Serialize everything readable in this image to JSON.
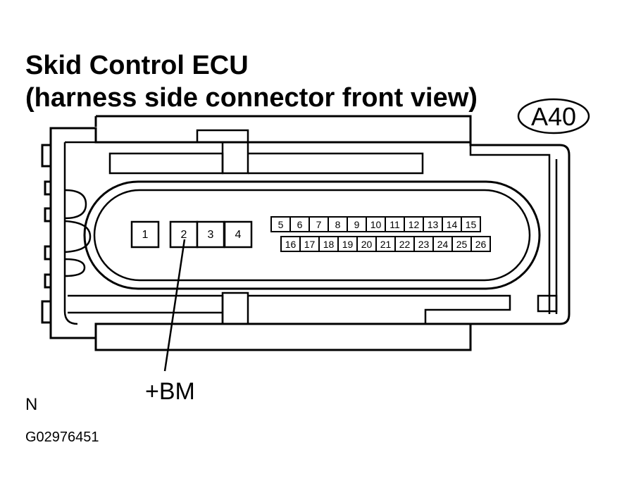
{
  "title_line1": "Skid Control ECU",
  "title_line2": "(harness side connector front view)",
  "connector_code": "A40",
  "terminal_label": "+BM",
  "note": "N",
  "figure_id": "G02976451",
  "large_pins": [
    "1",
    "2",
    "3",
    "4"
  ],
  "small_pins_row1": [
    "5",
    "6",
    "7",
    "8",
    "9",
    "10",
    "11",
    "12",
    "13",
    "14",
    "15"
  ],
  "small_pins_row2": [
    "16",
    "17",
    "18",
    "19",
    "20",
    "21",
    "22",
    "23",
    "24",
    "25",
    "26"
  ],
  "stroke_color": "#000000",
  "background_color": "#ffffff"
}
